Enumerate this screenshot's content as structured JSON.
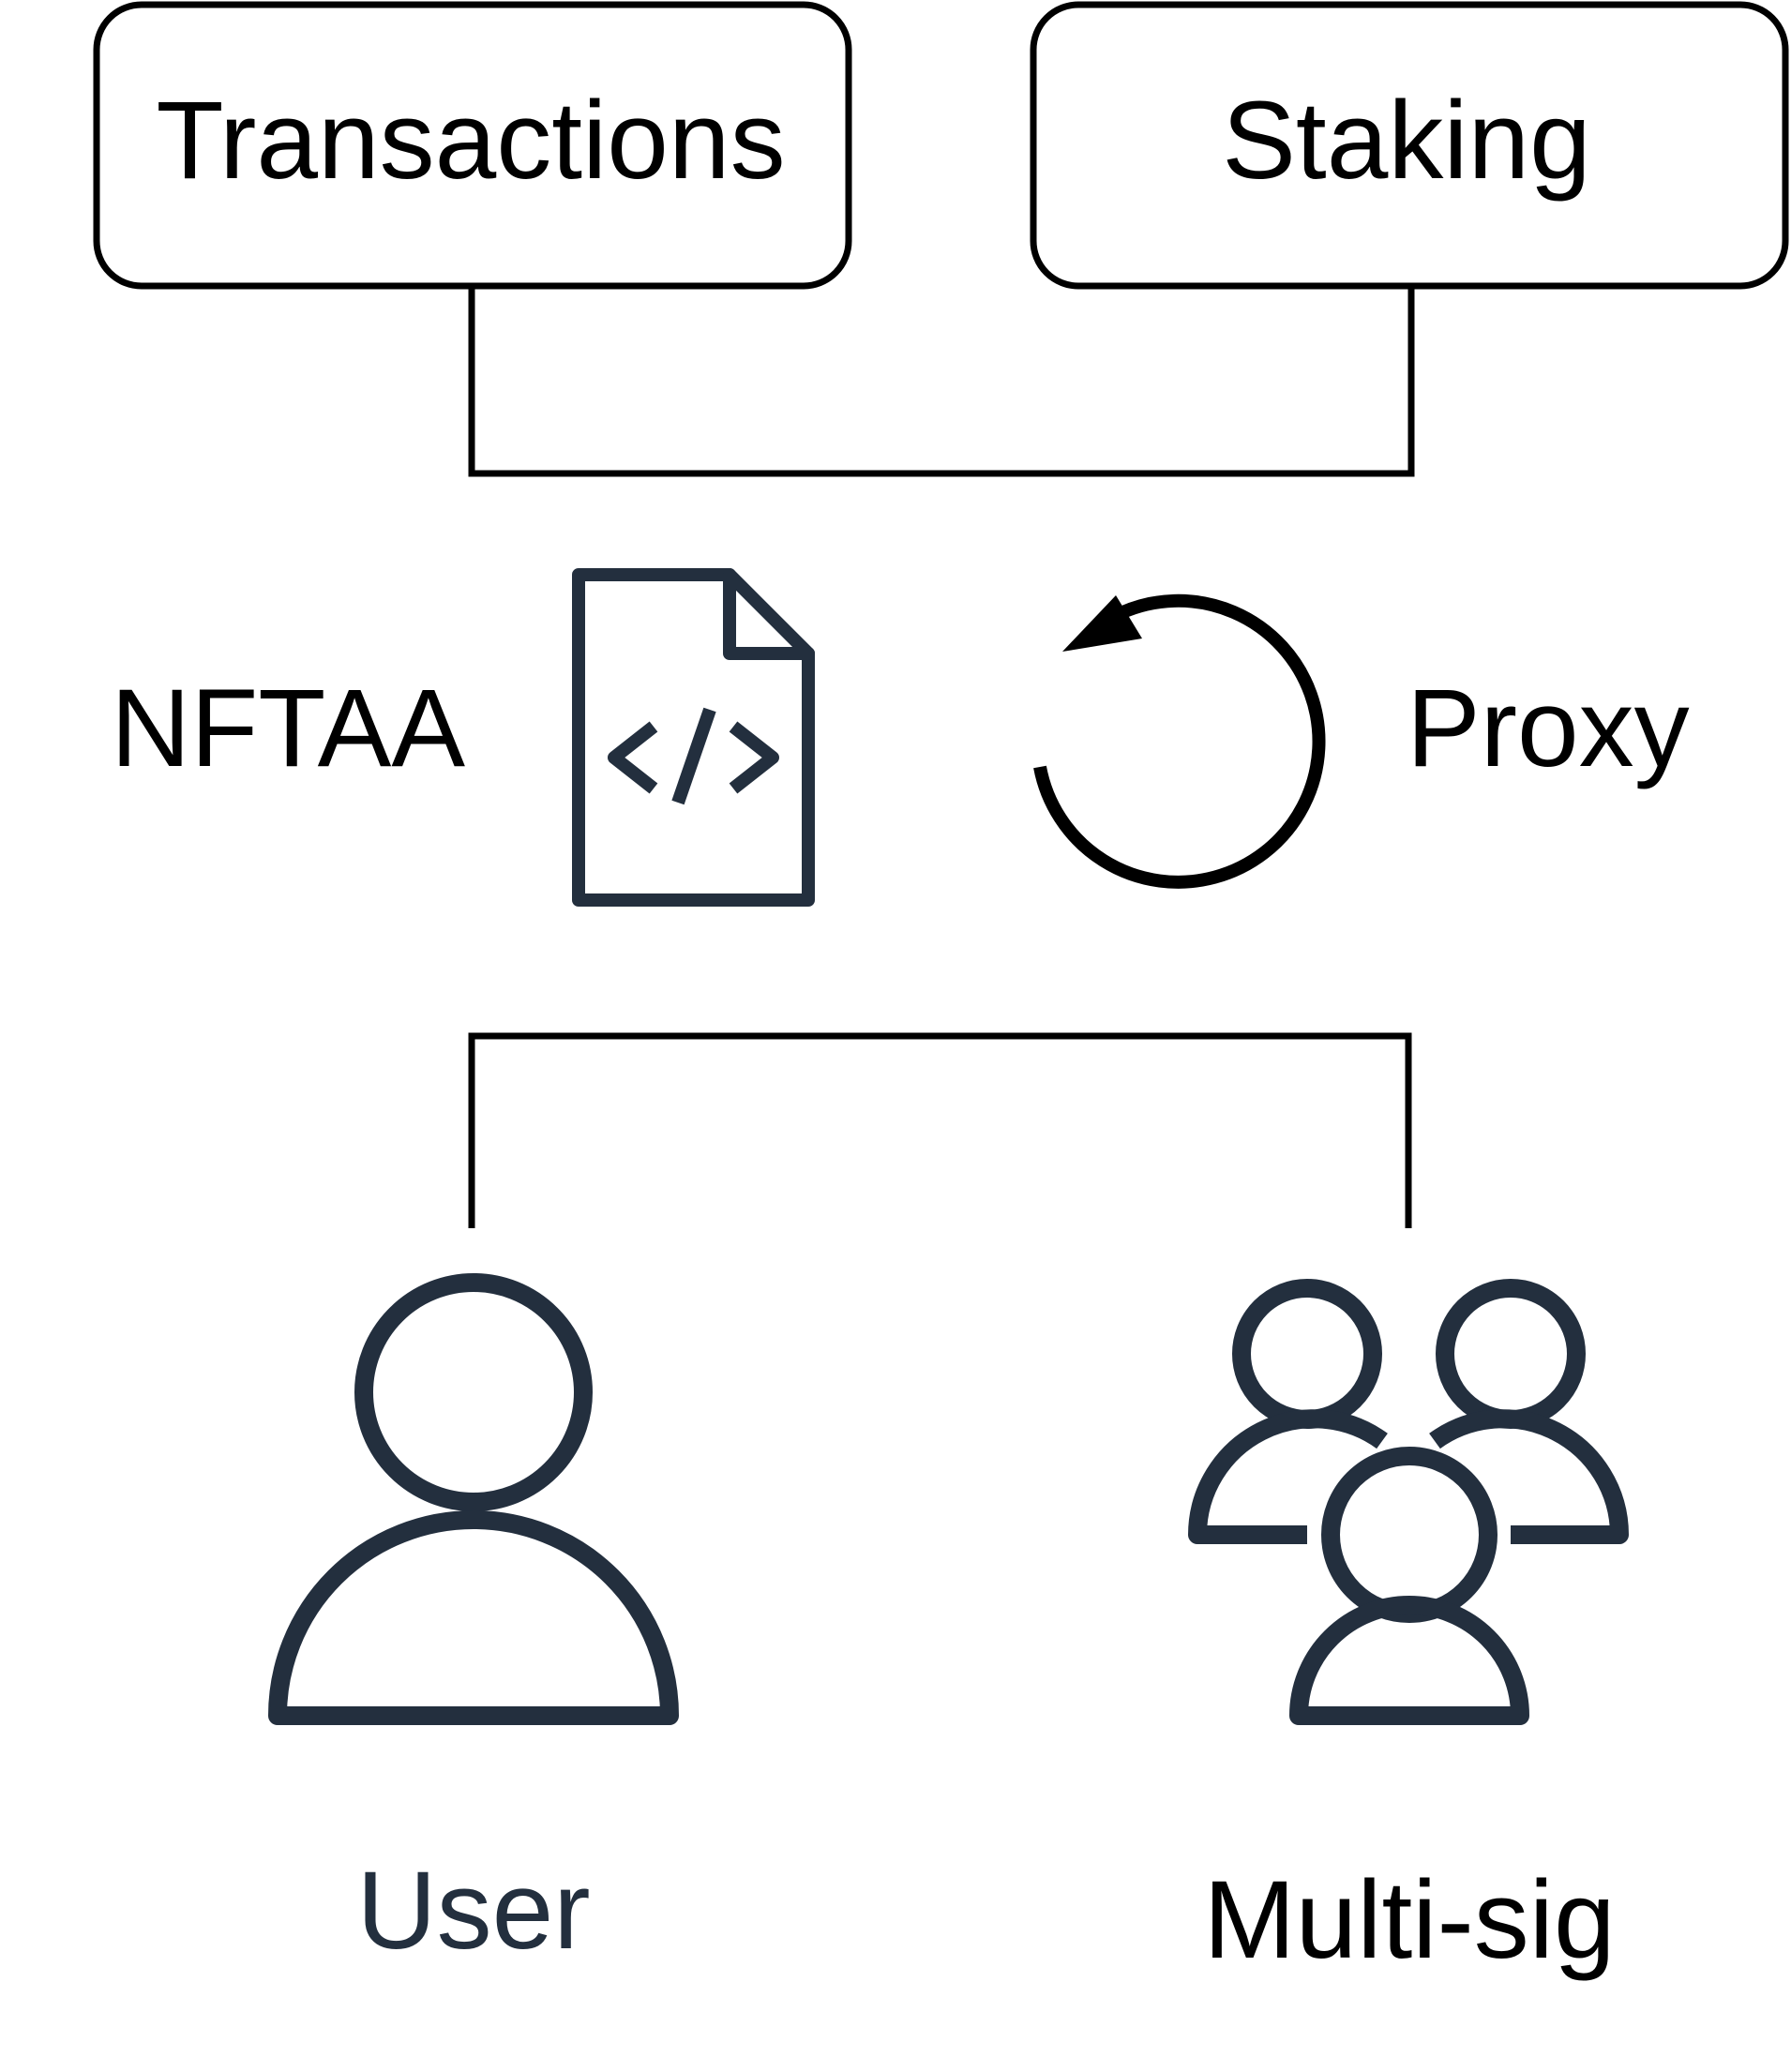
{
  "nodes": {
    "transactions": {
      "label": "Transactions"
    },
    "staking": {
      "label": "Staking"
    },
    "nftaa": {
      "label": "NFTAA",
      "icon": "code-file-icon"
    },
    "proxy": {
      "label": "Proxy",
      "icon": "refresh-arrow-icon"
    },
    "user": {
      "label": "User",
      "icon": "user-icon"
    },
    "multisig": {
      "label": "Multi-sig",
      "icon": "user-group-icon"
    }
  },
  "colors": {
    "line": "#000000",
    "icon": "#232f3e",
    "text": "#000000",
    "user_text": "#232f3e"
  }
}
